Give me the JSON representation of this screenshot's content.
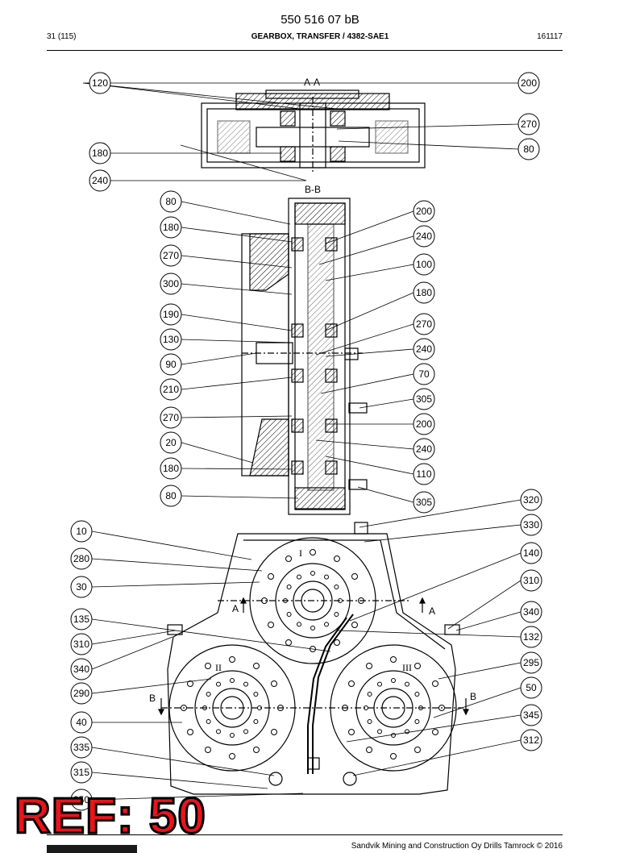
{
  "header": {
    "doc_number": "550 516 07 bB",
    "page": "31 (115)",
    "title": "GEARBOX, TRANSFER / 4382-SAE1",
    "date": "161117"
  },
  "section_labels": {
    "aa_title": "A-A",
    "bb_title": "B-B",
    "arrow_a": "A",
    "arrow_b": "B",
    "shaft_1": "I",
    "shaft_2": "II",
    "shaft_3": "III"
  },
  "callouts": {
    "view_aa": {
      "left": [
        "120",
        "180",
        "240"
      ],
      "right": [
        "200",
        "270",
        "80"
      ]
    },
    "view_bb": {
      "left": [
        "80",
        "180",
        "270",
        "300",
        "190",
        "130",
        "90",
        "210",
        "270",
        "20",
        "180",
        "80"
      ],
      "right": [
        "200",
        "240",
        "100",
        "180",
        "270",
        "240",
        "70",
        "305",
        "200",
        "240",
        "110",
        "305"
      ]
    },
    "view_front": {
      "left": [
        "10",
        "280",
        "30",
        "135",
        "310",
        "340",
        "290",
        "40",
        "335",
        "315",
        "350"
      ],
      "right": [
        "320",
        "330",
        "140",
        "310",
        "340",
        "132",
        "295",
        "50",
        "345",
        "312"
      ]
    }
  },
  "footer": {
    "copyright": "Sandvik Mining and Construction Oy Drills Tamrock © 2016"
  },
  "stamp": {
    "ref_text": "REF: 50"
  }
}
